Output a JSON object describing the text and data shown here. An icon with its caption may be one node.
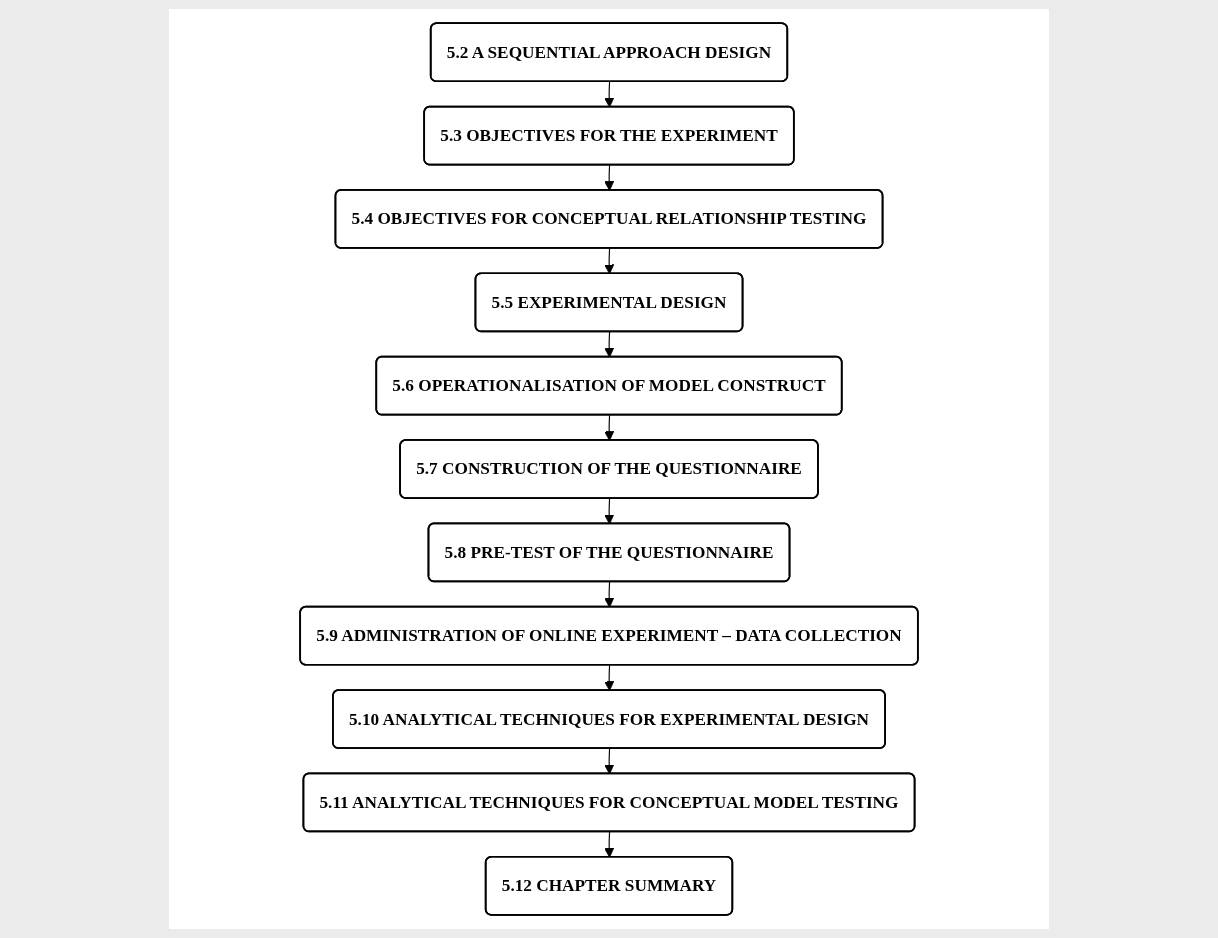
{
  "diagram": {
    "nodes": [
      {
        "text": [
          "5.2 A SEQUENTIAL APPROACH DESIGN"
        ]
      },
      {
        "text": [
          "5.3 OBJECTIVES FOR THE EXPERIMENT"
        ]
      },
      {
        "text": [
          "5.4 OBJECTIVES FOR CONCEPTUAL RELATIONSHIP TESTING"
        ]
      },
      {
        "text": [
          "5.5 EXPERIMENTAL DESIGN"
        ]
      },
      {
        "text": [
          "5.6 OPERATIONALISATION OF MODEL CONSTRUCT"
        ]
      },
      {
        "text": [
          "5.7 CONSTRUCTION OF THE QUESTIONNAIRE"
        ]
      },
      {
        "text": [
          "5.8 PRE-TEST OF THE QUESTIONNAIRE"
        ]
      },
      {
        "text": [
          "5.9 ADMINISTRATION OF ONLINE EXPERIMENT – DATA COLLECTION"
        ]
      },
      {
        "text": [
          "5.10 ANALYTICAL TECHNIQUES FOR EXPERIMENTAL DESIGN"
        ]
      },
      {
        "text": [
          "5.11 ANALYTICAL TECHNIQUES FOR CONCEPTUAL MODEL TESTING"
        ]
      },
      {
        "text": [
          "5.12 CHAPTER SUMMARY"
        ]
      }
    ],
    "edges": [
      {
        "from": 0,
        "to": 1,
        "arrow": "to"
      },
      {
        "from": 1,
        "to": 2,
        "arrow": "to"
      },
      {
        "from": 2,
        "to": 3,
        "arrow": "to"
      },
      {
        "from": 3,
        "to": 4,
        "arrow": "to"
      },
      {
        "from": 4,
        "to": 5,
        "arrow": "to"
      },
      {
        "from": 5,
        "to": 6,
        "arrow": "to"
      },
      {
        "from": 6,
        "to": 7,
        "arrow": "to"
      },
      {
        "from": 7,
        "to": 8,
        "arrow": "to"
      },
      {
        "from": 8,
        "to": 9,
        "arrow": "to"
      },
      {
        "from": 9,
        "to": 10,
        "arrow": "to"
      }
    ]
  }
}
